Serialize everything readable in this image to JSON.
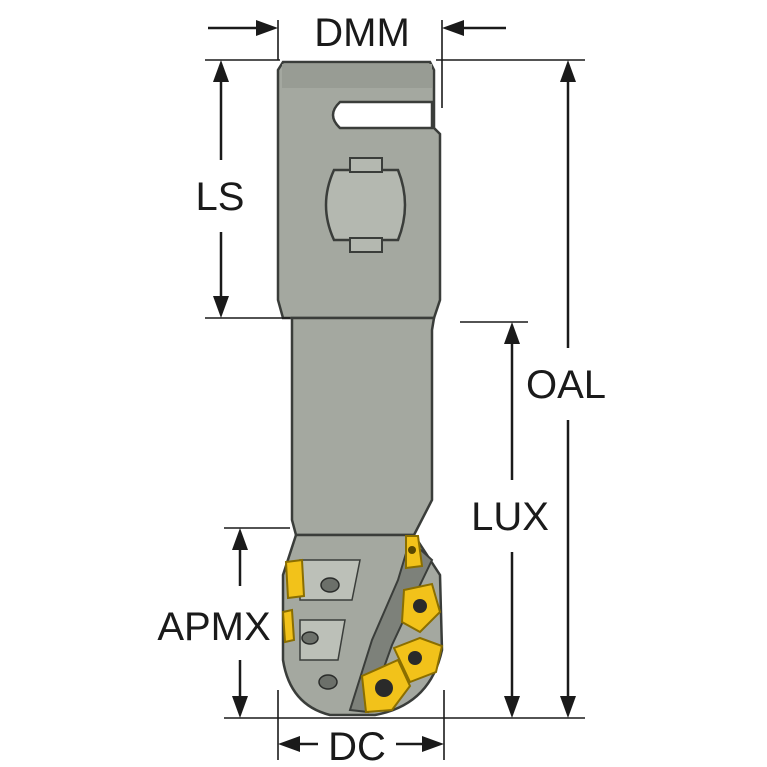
{
  "labels": {
    "dmm": "DMM",
    "ls": "LS",
    "oal": "OAL",
    "lux": "LUX",
    "apmx": "APMX",
    "dc": "DC"
  },
  "colors": {
    "body": "#a4a8a0",
    "body_dark": "#8c9088",
    "outline": "#3a3d3a",
    "insert": "#f2c21a",
    "insert_edge": "#8a6e00",
    "line": "#1a1a1a"
  },
  "icons": {
    "tool": "milling-cutter-icon",
    "insert": "cutting-insert-icon",
    "screw": "insert-screw-icon"
  }
}
